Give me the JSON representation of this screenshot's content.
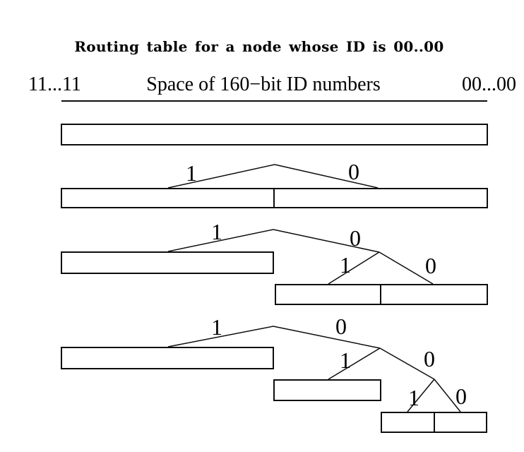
{
  "header": {
    "title": "Routing table for a node whose ID is 00..00",
    "axis_left": "11...11",
    "axis_center": "Space of 160−bit ID numbers",
    "axis_right": "00...00"
  },
  "diagram": {
    "bit_labels": [
      {
        "id": "row2-branch-1",
        "text": "1"
      },
      {
        "id": "row2-branch-0",
        "text": "0"
      },
      {
        "id": "row3-branch-1",
        "text": "1"
      },
      {
        "id": "row3-branch-0",
        "text": "0"
      },
      {
        "id": "row3-sub-branch-1",
        "text": "1"
      },
      {
        "id": "row3-sub-branch-0",
        "text": "0"
      },
      {
        "id": "row4-branch-1",
        "text": "1"
      },
      {
        "id": "row4-branch-0",
        "text": "0"
      },
      {
        "id": "row4-sub-branch-1",
        "text": "1"
      },
      {
        "id": "row4-sub-branch-0",
        "text": "0"
      },
      {
        "id": "row4-subsub-branch-1",
        "text": "1"
      },
      {
        "id": "row4-subsub-branch-0",
        "text": "0"
      }
    ]
  },
  "colors": {
    "ink": "#000000",
    "background": "#ffffff"
  }
}
